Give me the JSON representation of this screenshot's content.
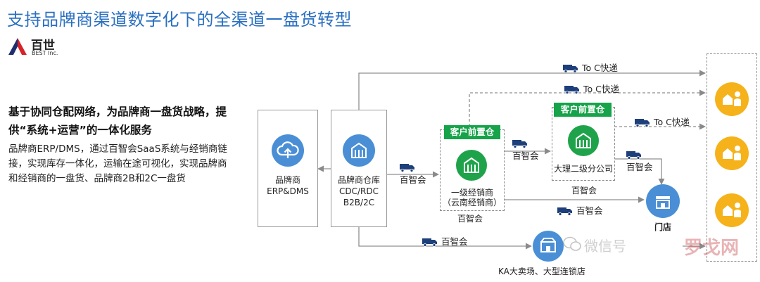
{
  "title": "支持品牌商渠道数字化下的全渠道一盘货转型",
  "logo": {
    "name": "百世",
    "sub": "BEST Inc."
  },
  "headline": "基于协同仓配网络，为品牌商一盘货战略，提供“系统+运营”的一体化服务",
  "description": "品牌商ERP/DMS，通过百智会SaaS系统与经销商链接，实现库存一体化，运输在途可视化，实现品牌商和经销商的一盘货、品牌商2B和2C一盘货",
  "nodes": {
    "erp": {
      "line1": "品牌商",
      "line2": "ERP&DMS"
    },
    "warehouse": {
      "line1": "品牌商仓库",
      "line2": "CDC/RDC",
      "line3": "B2B/2C"
    },
    "dist1": {
      "tag": "客户前置仓",
      "line1": "一级经销商",
      "line2": "（云南经销商）",
      "caption": "百智会"
    },
    "dist2": {
      "tag": "客户前置仓",
      "line1": "大理二级分公司",
      "caption": "百智会"
    },
    "store": {
      "label": "门店"
    },
    "ka": {
      "label": "KA大卖场、大型连锁店"
    }
  },
  "edges": {
    "toc_top": "To C快递",
    "toc_mid": "To C快递",
    "toc_right": "To C快递",
    "wh_to_dist1": "百智会",
    "dist1_to_dist2": "百智会",
    "dist2_to_store": "百智会",
    "dist1_to_store": "百智会",
    "wh_to_ka": "百智会"
  },
  "watermark": {
    "wechat": "微信号",
    "brand": "罗戈网"
  },
  "colors": {
    "title": "#2a6fc1",
    "blue": "#4a8fd6",
    "green": "#16a34a",
    "yellow": "#f6b21a",
    "logo_red": "#d6222a",
    "logo_navy": "#1d2f6f"
  },
  "icons": [
    "truck-icon",
    "cloud-upload-icon",
    "warehouse-icon",
    "shop-icon",
    "consumer-icon",
    "wechat-icon"
  ]
}
